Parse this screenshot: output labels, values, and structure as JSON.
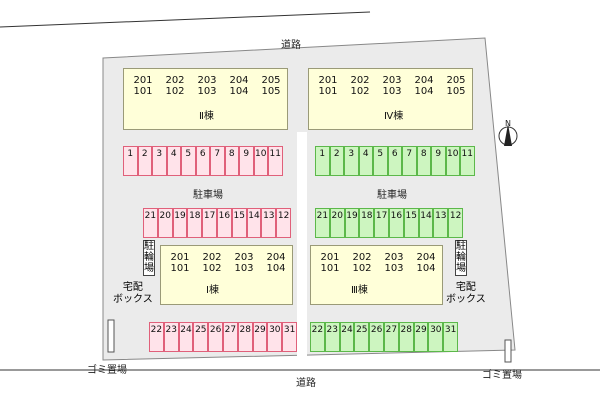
{
  "roads": {
    "top": "道路",
    "bottom": "道路"
  },
  "parking_label": "駐車場",
  "bike_parking": "駐輪場",
  "delivery_box": [
    "宅配",
    "ボックス"
  ],
  "garbage": "ゴミ置場",
  "north": "N",
  "buildings": {
    "II": {
      "name": "Ⅱ棟",
      "units": [
        [
          "201",
          "101"
        ],
        [
          "202",
          "102"
        ],
        [
          "203",
          "103"
        ],
        [
          "204",
          "104"
        ],
        [
          "205",
          "105"
        ]
      ]
    },
    "IV": {
      "name": "Ⅳ棟",
      "units": [
        [
          "201",
          "101"
        ],
        [
          "202",
          "102"
        ],
        [
          "203",
          "103"
        ],
        [
          "204",
          "104"
        ],
        [
          "205",
          "105"
        ]
      ]
    },
    "I": {
      "name": "Ⅰ棟",
      "units": [
        [
          "201",
          "101"
        ],
        [
          "202",
          "102"
        ],
        [
          "203",
          "103"
        ],
        [
          "204",
          "104"
        ]
      ]
    },
    "III": {
      "name": "Ⅲ棟",
      "units": [
        [
          "201",
          "101"
        ],
        [
          "202",
          "102"
        ],
        [
          "203",
          "103"
        ],
        [
          "204",
          "104"
        ]
      ]
    }
  },
  "parking": {
    "left_top": [
      "1",
      "2",
      "3",
      "4",
      "5",
      "6",
      "7",
      "8",
      "9",
      "10",
      "11"
    ],
    "right_top": [
      "1",
      "2",
      "3",
      "4",
      "5",
      "6",
      "7",
      "8",
      "9",
      "10",
      "11"
    ],
    "left_mid": [
      "21",
      "20",
      "19",
      "18",
      "17",
      "16",
      "15",
      "14",
      "13",
      "12"
    ],
    "right_mid": [
      "21",
      "20",
      "19",
      "18",
      "17",
      "16",
      "15",
      "14",
      "13",
      "12"
    ],
    "left_bottom": [
      "22",
      "23",
      "24",
      "25",
      "26",
      "27",
      "28",
      "29",
      "30",
      "31"
    ],
    "right_bottom": [
      "22",
      "23",
      "24",
      "25",
      "26",
      "27",
      "28",
      "29",
      "30",
      "31"
    ]
  },
  "colors": {
    "pink_fill": "#ffe3ea",
    "pink_line": "#e0607a",
    "green_fill": "#cdf5c0",
    "green_line": "#5cb84a",
    "building": "#ffffd9",
    "lot": "#ececec"
  }
}
